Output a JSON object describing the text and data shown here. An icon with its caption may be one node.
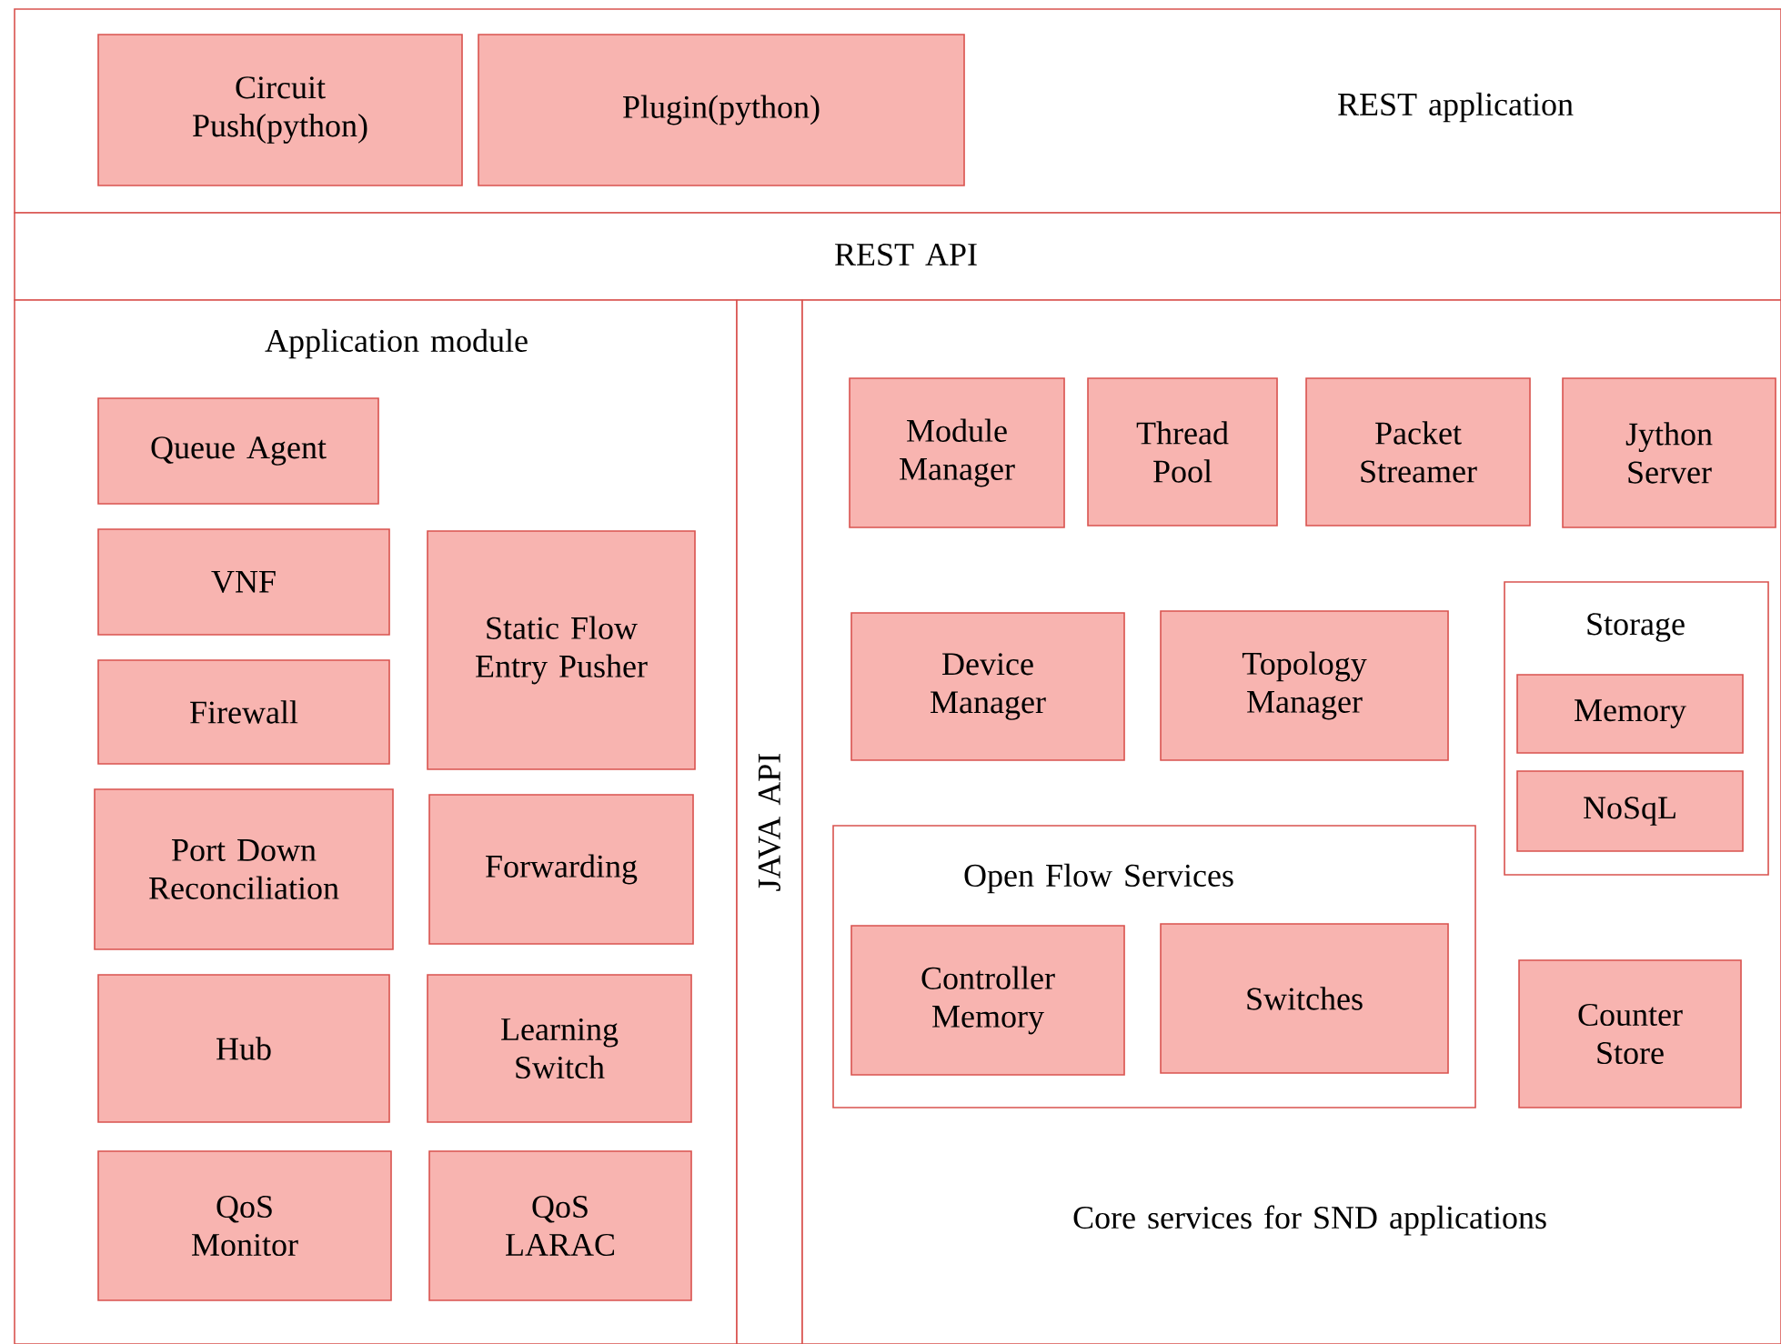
{
  "diagram": {
    "nodes": [
      {
        "text": [
          "REST application"
        ]
      },
      {
        "text": [
          "Circuit Push(python)"
        ],
        "in": 0
      },
      {
        "text": [
          "Plugin(python)"
        ],
        "in": 0
      },
      {
        "text": [
          "REST API"
        ]
      },
      {
        "text": [
          "Application module"
        ]
      },
      {
        "text": [
          "Queue Agent"
        ],
        "in": 4
      },
      {
        "text": [
          "VNF"
        ],
        "in": 4
      },
      {
        "text": [
          "Static Flow Entry Pusher"
        ],
        "in": 4
      },
      {
        "text": [
          "Firewall"
        ],
        "in": 4
      },
      {
        "text": [
          "Port Down Reconciliation"
        ],
        "in": 4
      },
      {
        "text": [
          "Forwarding"
        ],
        "in": 4
      },
      {
        "text": [
          "Hub"
        ],
        "in": 4
      },
      {
        "text": [
          "Learning Switch"
        ],
        "in": 4
      },
      {
        "text": [
          "QoS Monitor"
        ],
        "in": 4
      },
      {
        "text": [
          "QoS LARAC"
        ],
        "in": 4
      },
      {
        "text": [
          "JAVA API"
        ]
      },
      {
        "text": [
          "Core services for SND applications"
        ]
      },
      {
        "text": [
          "Module Manager"
        ],
        "in": 16
      },
      {
        "text": [
          "Thread Pool"
        ],
        "in": 16
      },
      {
        "text": [
          "Packet Streamer"
        ],
        "in": 16
      },
      {
        "text": [
          "Jython Server"
        ],
        "in": 16
      },
      {
        "text": [
          "Device Manager"
        ],
        "in": 16
      },
      {
        "text": [
          "Topology Manager"
        ],
        "in": 16
      },
      {
        "text": [
          "Storage"
        ],
        "in": 16
      },
      {
        "text": [
          "Memory"
        ],
        "in": 23
      },
      {
        "text": [
          "NoSqL"
        ],
        "in": 23
      },
      {
        "text": [
          "Open Flow Services"
        ],
        "in": 16
      },
      {
        "text": [
          "Controller Memory"
        ],
        "in": 26
      },
      {
        "text": [
          "Switches"
        ],
        "in": 26
      },
      {
        "text": [
          "Counter Store"
        ],
        "in": 16
      }
    ]
  }
}
